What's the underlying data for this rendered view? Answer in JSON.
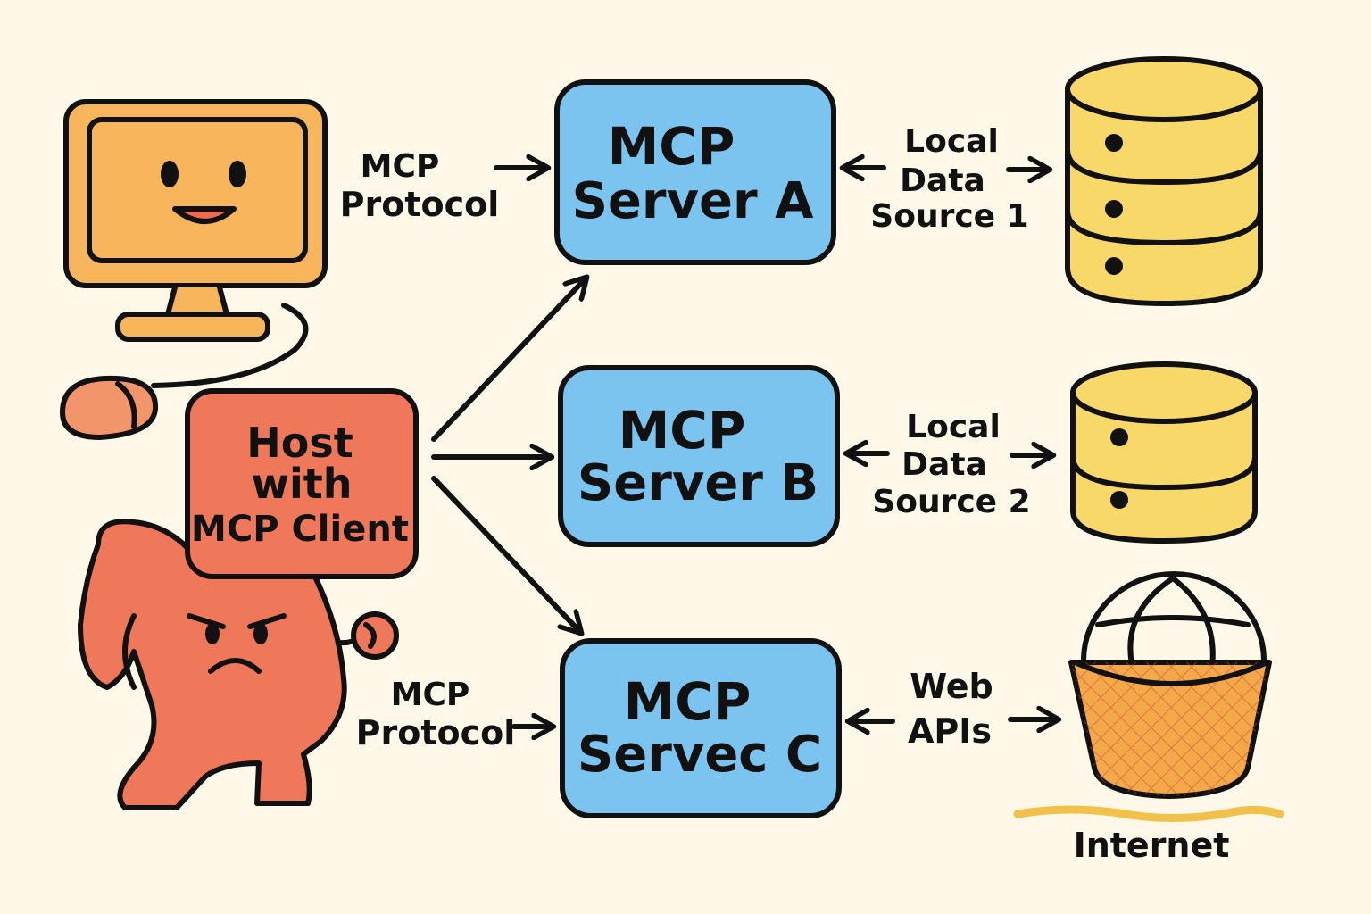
{
  "nodes": {
    "host": {
      "lines": [
        "Host",
        "with",
        "MCP Client"
      ]
    },
    "server_a": {
      "lines": [
        "MCP",
        "Server A"
      ]
    },
    "server_b": {
      "lines": [
        "MCP",
        "Server B"
      ]
    },
    "server_c": {
      "lines": [
        "MCP",
        "Servec C"
      ]
    }
  },
  "edges": {
    "protocol_top": {
      "lines": [
        "MCP",
        "Protocol"
      ]
    },
    "protocol_bottom": {
      "lines": [
        "MCP",
        "Protocol"
      ]
    },
    "local_1": {
      "lines": [
        "Local",
        "Data",
        "Source 1"
      ]
    },
    "local_2": {
      "lines": [
        "Local",
        "Data",
        "Source 2"
      ]
    },
    "web": {
      "lines": [
        "Web",
        "APIs"
      ]
    }
  },
  "internet_label": "Internet",
  "colors": {
    "background": "#fdf8e7",
    "server_fill": "#7cc4f0",
    "host_fill": "#f0785a",
    "monitor_fill": "#f7b55c",
    "database_fill": "#f7d868",
    "basket_fill": "#f4a84a",
    "ink": "#111111"
  },
  "icons": [
    "computer-monitor-icon",
    "mouse-icon",
    "database-icon",
    "globe-basket-icon"
  ]
}
